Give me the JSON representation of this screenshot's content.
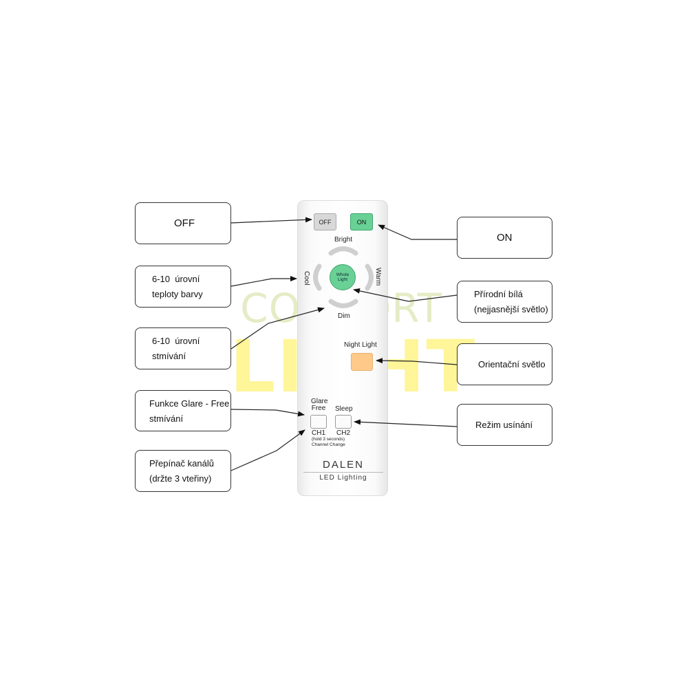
{
  "watermark": {
    "line1": "COMFORT",
    "line2": "LIGHT"
  },
  "remote": {
    "off_label": "OFF",
    "on_label": "ON",
    "bright_label": "Bright",
    "dim_label": "Dim",
    "cool_label": "Cool",
    "warm_label": "Warm",
    "whole_light_line1": "Whole",
    "whole_light_line2": "Light",
    "night_light_label": "Night Light",
    "glare_free_line1": "Glare",
    "glare_free_line2": "Free",
    "sleep_label": "Sleep",
    "ch1_label": "CH1",
    "ch2_label": "CH2",
    "hold_note": "(hold 3 seconds)",
    "channel_change": "Channel Change",
    "brand": "DALEN",
    "brand_sub": "LED Lighting"
  },
  "callouts": {
    "off": "OFF",
    "on": "ON",
    "color_temp_line1": "6-10  úrovní",
    "color_temp_line2": "teploty barvy",
    "dimming_line1": "6-10  úrovní",
    "dimming_line2": "stmívání",
    "glare_line1": "Funkce Glare - Free",
    "glare_line2": "stmívání",
    "channel_line1": "Přepínač kanálů",
    "channel_line2": "(držte 3 vteřiny)",
    "natural_line1": "Přírodní bílá",
    "natural_line2": "(nejjasnější světlo)",
    "orientation": "Orientační světlo",
    "sleep_mode": "Režim usínání"
  },
  "colors": {
    "on_button": "#6ad196",
    "off_button": "#d8d8d8",
    "night_light_button": "#ffc98a",
    "watermark_green": "#cddc96",
    "watermark_yellow": "#ffec46"
  }
}
